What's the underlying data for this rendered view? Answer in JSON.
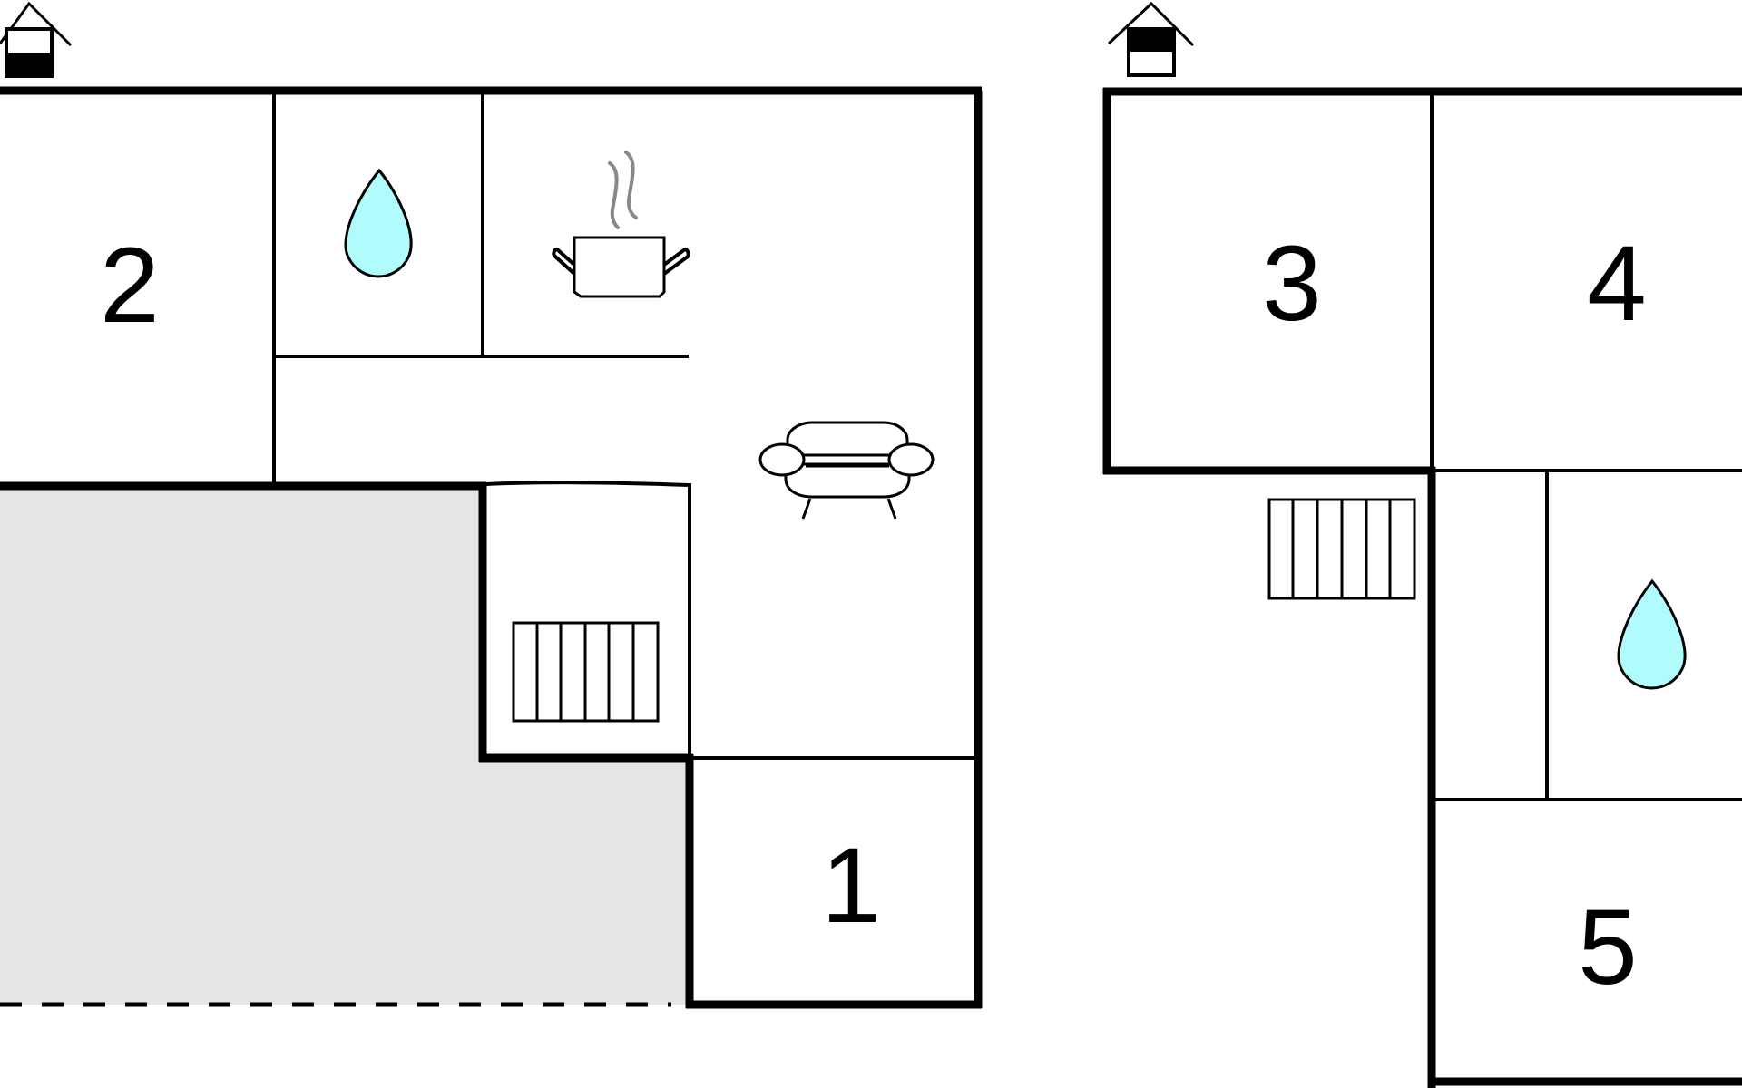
{
  "floors": [
    {
      "level": "ground",
      "rooms": [
        {
          "number": "1"
        },
        {
          "number": "2"
        }
      ],
      "fixtures": [
        "water-drop-icon",
        "cooking-pot-icon",
        "sofa-icon",
        "stairs-icon"
      ]
    },
    {
      "level": "upper",
      "rooms": [
        {
          "number": "3"
        },
        {
          "number": "4"
        },
        {
          "number": "5"
        }
      ],
      "fixtures": [
        "stairs-icon",
        "water-drop-icon"
      ]
    }
  ],
  "colors": {
    "wall": "#000000",
    "water": "#b0fbfb",
    "steam": "#888888",
    "outdoor_area": "#e5e5e5"
  }
}
